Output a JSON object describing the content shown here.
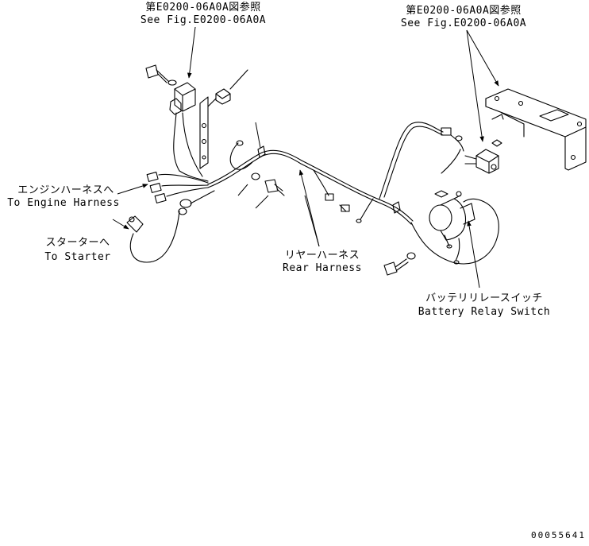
{
  "labels": {
    "ref_left_jp": "第E0200-06A0A図参照",
    "ref_left_en": "See Fig.E0200-06A0A",
    "ref_right_jp": "第E0200-06A0A図参照",
    "ref_right_en": "See Fig.E0200-06A0A",
    "engine_jp": "エンジンハーネスへ",
    "engine_en": "To Engine Harness",
    "starter_jp": "スターターへ",
    "starter_en": "To Starter",
    "rear_jp": "リヤーハーネス",
    "rear_en": "Rear Harness",
    "battery_jp": "バッテリリレースイッチ",
    "battery_en": "Battery Relay Switch",
    "drawing_no": "00055641"
  }
}
